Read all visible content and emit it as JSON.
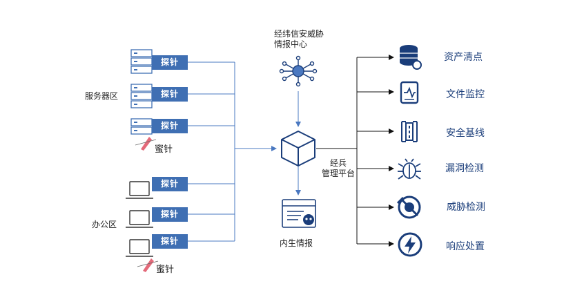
{
  "zones": {
    "server": "服务器区",
    "office": "办公区"
  },
  "probe_label": "探针",
  "honeypot_label": "蜜针",
  "intel_center": {
    "line1": "经纬信安威胁",
    "line2": "情报中心"
  },
  "platform": {
    "line1": "经兵",
    "line2": "管理平台"
  },
  "internal_intel": "内生情报",
  "functions": [
    {
      "label": "资产清点",
      "icon": "database-gear-icon"
    },
    {
      "label": "文件监控",
      "icon": "file-monitor-icon"
    },
    {
      "label": "安全基线",
      "icon": "baseline-icon"
    },
    {
      "label": "漏洞检测",
      "icon": "bug-icon"
    },
    {
      "label": "威胁检测",
      "icon": "threat-target-icon"
    },
    {
      "label": "响应处置",
      "icon": "lightning-response-icon"
    }
  ],
  "colors": {
    "accent": "#3f6fb3",
    "icon": "#1a3d7a",
    "line": "#4a78c0"
  }
}
